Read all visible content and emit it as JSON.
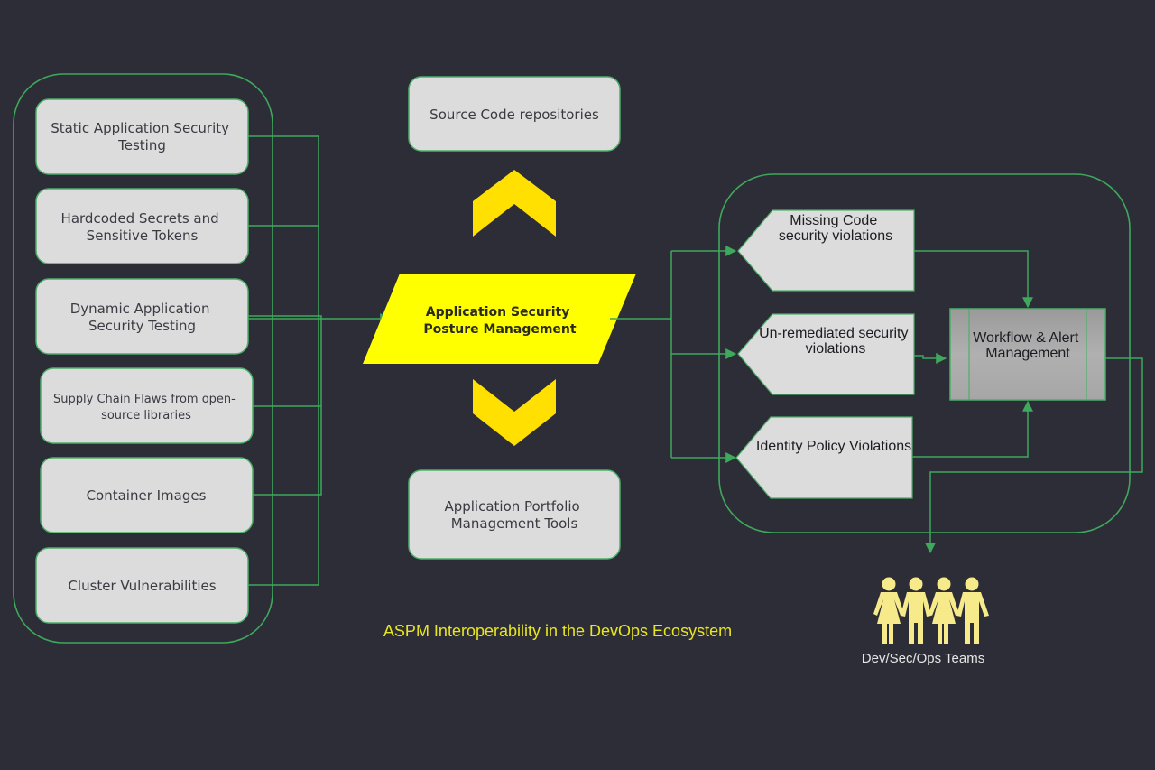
{
  "diagram": {
    "caption": "ASPM Interoperability in the DevOps Ecosystem",
    "colors": {
      "background": "#2d2d37",
      "connector": "#3ea85c",
      "node_fill": "#dcdcdc",
      "hub_fill": "#ffff00",
      "chevron": "#ffe000",
      "caption": "#e8e620",
      "people": "#f7ea8a"
    },
    "sources": [
      {
        "lines": [
          "Static Application Security",
          "Testing"
        ]
      },
      {
        "lines": [
          "Hardcoded Secrets and",
          "Sensitive Tokens"
        ]
      },
      {
        "lines": [
          "Dynamic Application",
          "Security Testing"
        ]
      },
      {
        "lines": [
          "Supply Chain Flaws from open-",
          "source libraries"
        ]
      },
      {
        "lines": [
          "Container Images"
        ]
      },
      {
        "lines": [
          "Cluster Vulnerabilities"
        ]
      }
    ],
    "hub": {
      "lines": [
        "Application Security",
        "Posture Management"
      ]
    },
    "upstream": {
      "lines": [
        "Source Code repositories"
      ]
    },
    "downstream": {
      "lines": [
        "Application Portfolio",
        "Management Tools"
      ]
    },
    "violations": [
      {
        "lines": [
          "Missing Code",
          "security violations"
        ]
      },
      {
        "lines": [
          "Un-remediated security",
          "violations"
        ]
      },
      {
        "lines": [
          "Identity Policy Violations"
        ]
      }
    ],
    "workflow": {
      "lines": [
        "Workflow & Alert",
        "Management"
      ]
    },
    "teams": {
      "label": "Dev/Sec/Ops Teams",
      "icon": "people-group-icon"
    }
  }
}
